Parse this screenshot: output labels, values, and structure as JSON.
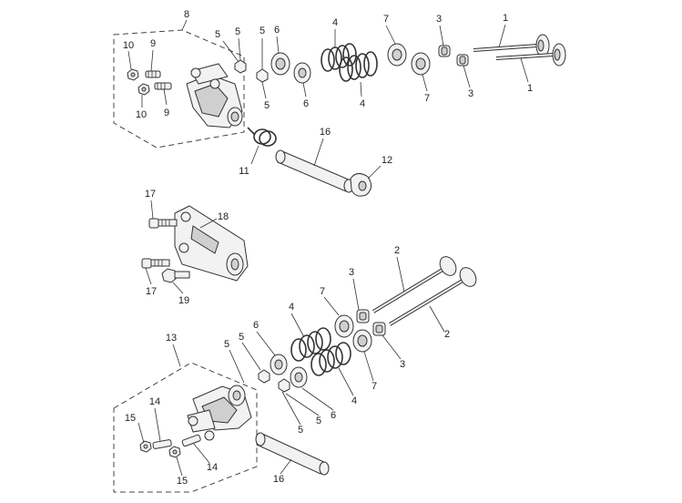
{
  "labels": {
    "l1a": "1",
    "l1b": "1",
    "l3a": "3",
    "l3b": "3",
    "l4a": "4",
    "l4b": "4",
    "l5a": "5",
    "l5b": "5",
    "l5c": "5",
    "l6a": "6",
    "l6b": "6",
    "l7a": "7",
    "l7b": "7",
    "l8": "8",
    "l9a": "9",
    "l9b": "9",
    "l10a": "10",
    "l10b": "10",
    "l11": "11",
    "l12": "12",
    "l16a": "16",
    "l17a": "17",
    "l17b": "17",
    "l18": "18",
    "l19": "19",
    "l2a": "2",
    "l2b": "2",
    "l3c": "3",
    "l3d": "3",
    "l4c": "4",
    "l4d": "4",
    "l5d": "5",
    "l5e": "5",
    "l5f": "5",
    "l5g": "5",
    "l6c": "6",
    "l6d": "6",
    "l7c": "7",
    "l7d": "7",
    "l13": "13",
    "l14a": "14",
    "l14b": "14",
    "l15a": "15",
    "l15b": "15",
    "l16b": "16"
  }
}
